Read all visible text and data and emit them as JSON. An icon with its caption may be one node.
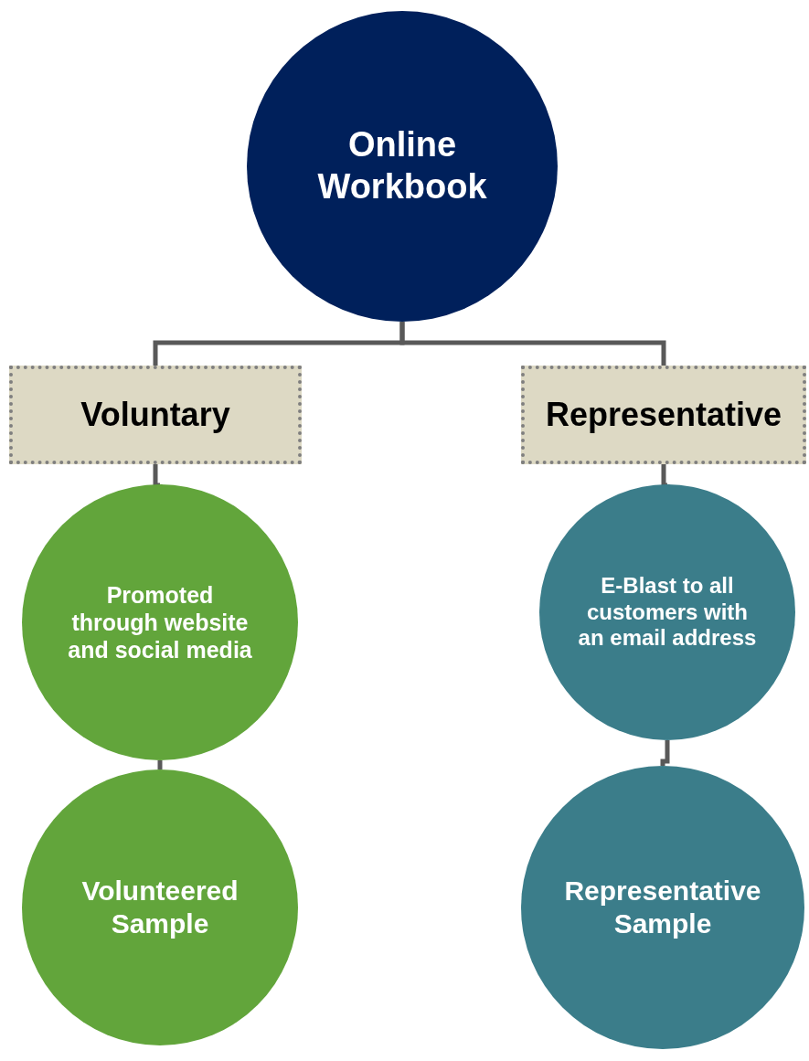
{
  "diagram": {
    "nodes": [
      {
        "text": [
          "Online Workbook"
        ]
      },
      {
        "text": [
          "Voluntary"
        ]
      },
      {
        "text": [
          "Representative"
        ]
      },
      {
        "text": [
          "Promoted through website and social media"
        ]
      },
      {
        "text": [
          "Volunteered Sample"
        ]
      },
      {
        "text": [
          "E-Blast to all customers with an email address"
        ]
      },
      {
        "text": [
          "Representative Sample"
        ]
      }
    ],
    "edges": [
      {
        "from": 0,
        "to": 1,
        "arrow": "none"
      },
      {
        "from": 0,
        "to": 2,
        "arrow": "none"
      },
      {
        "from": 1,
        "to": 3,
        "arrow": "none"
      },
      {
        "from": 3,
        "to": 4,
        "arrow": "none"
      },
      {
        "from": 2,
        "to": 5,
        "arrow": "none"
      },
      {
        "from": 5,
        "to": 6,
        "arrow": "none"
      }
    ]
  }
}
